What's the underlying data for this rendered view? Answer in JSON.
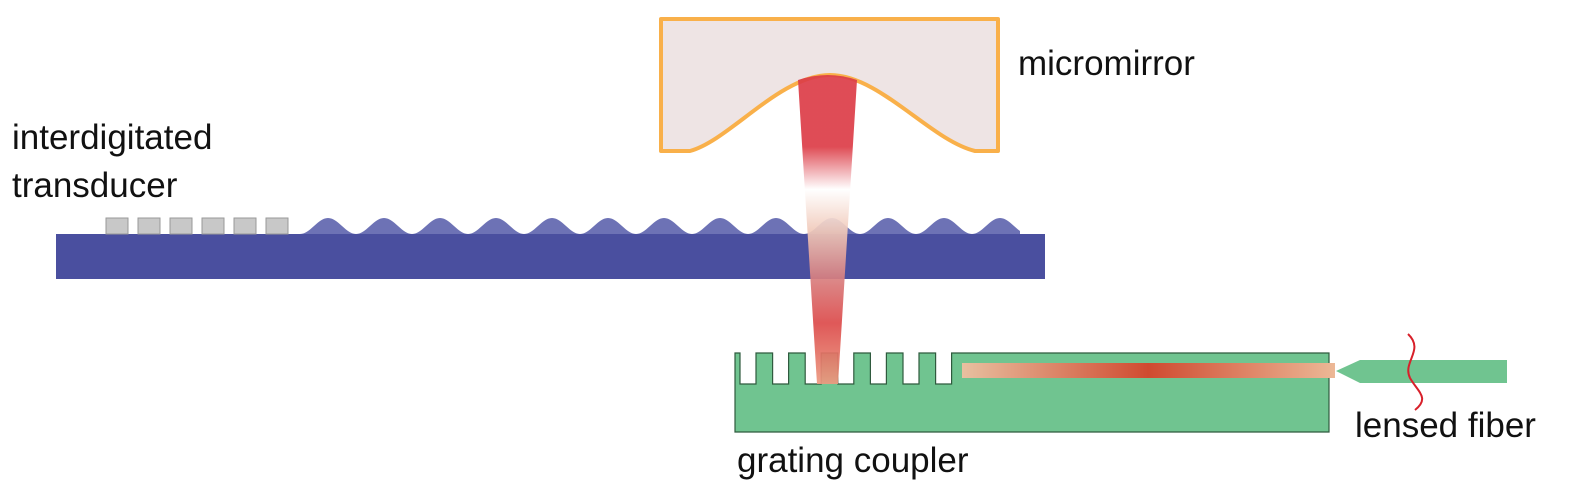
{
  "labels": {
    "micromirror": "micromirror",
    "idt_line1": "interdigitated",
    "idt_line2": "transducer",
    "grating_coupler": "grating coupler",
    "lensed_fiber": "lensed fiber"
  },
  "colors": {
    "mirror_fill": "#eee4e4",
    "mirror_stroke": "#f9b04a",
    "substrate": "#4a4f9f",
    "surface_wave": "#6d72b5",
    "idt_pads": "#c8c8c8",
    "chip": "#70c490",
    "beam": "#dc3d47",
    "squiggle": "#d8202a"
  }
}
